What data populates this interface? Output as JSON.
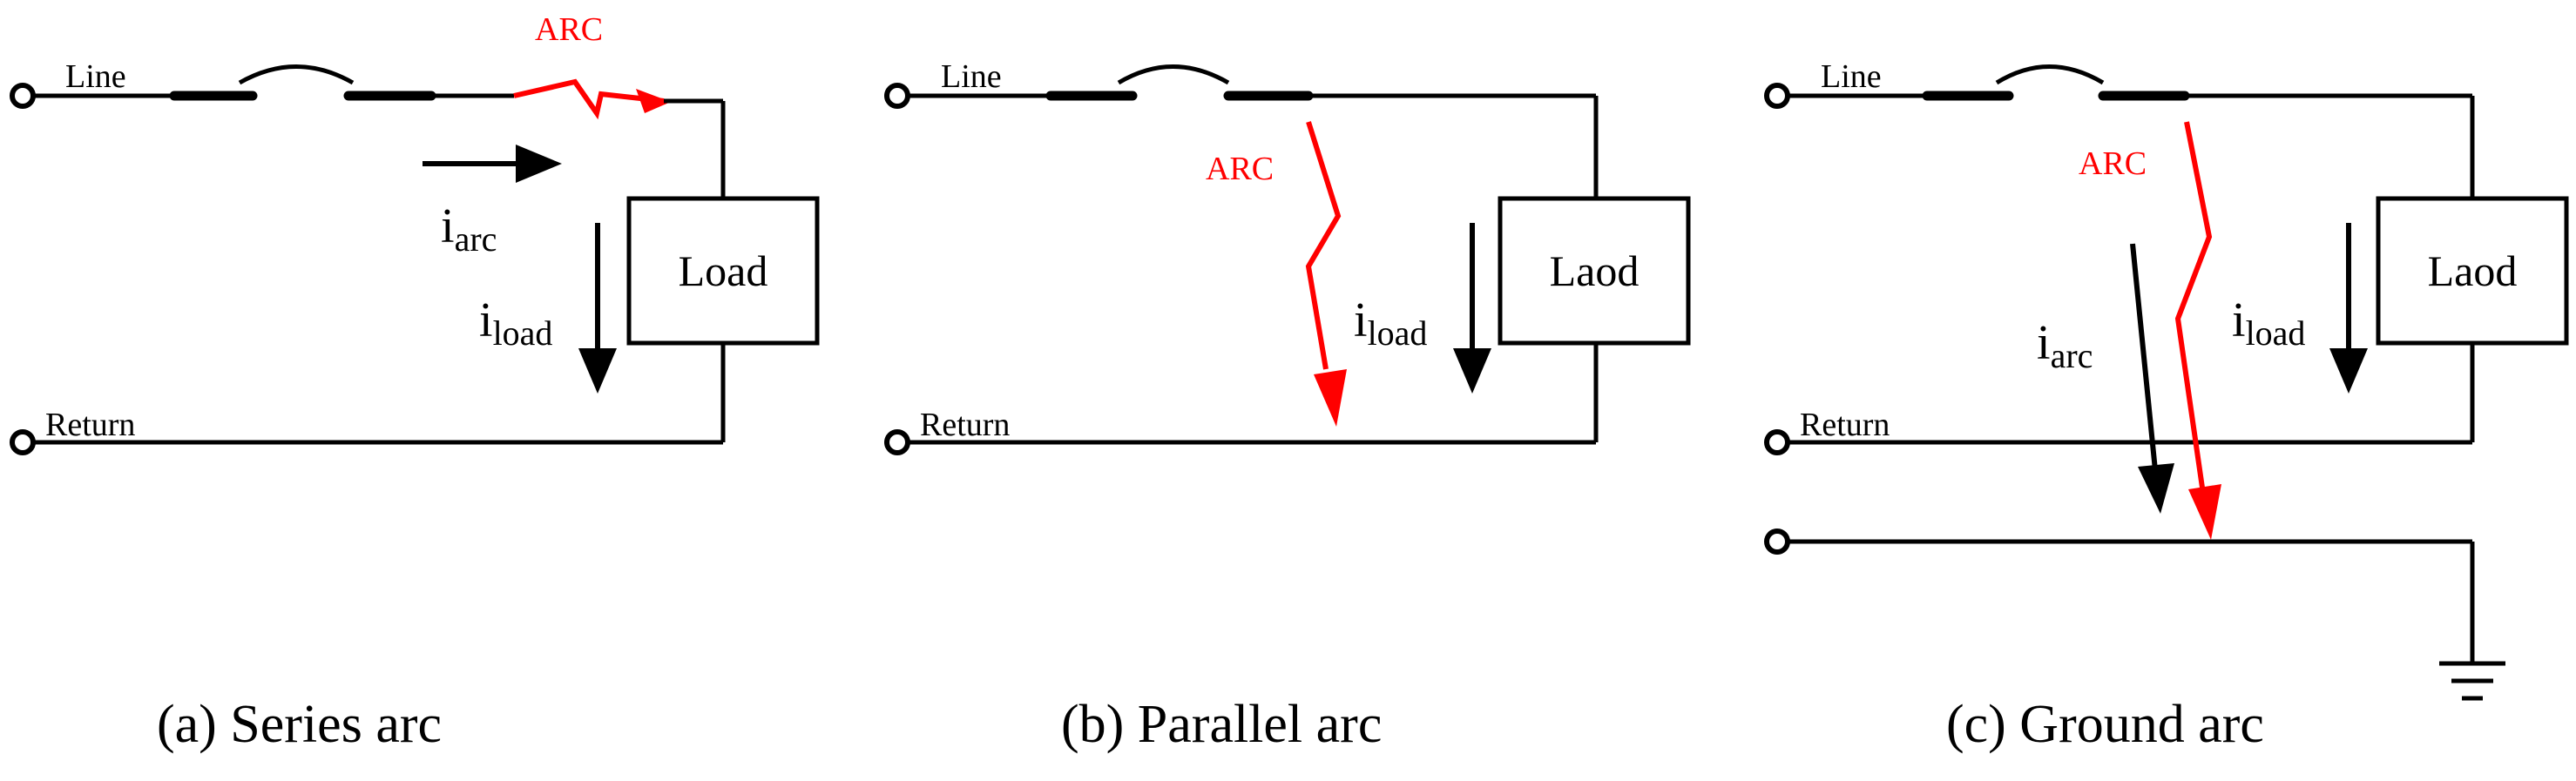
{
  "colors": {
    "wire": "#000000",
    "arc": "#ff0000",
    "background": "#ffffff"
  },
  "panels": {
    "a": {
      "line_label": "Line",
      "return_label": "Return",
      "arc_label": "ARC",
      "load_label": "Load",
      "i_arc": {
        "main": "i",
        "sub": "arc"
      },
      "i_load": {
        "main": "i",
        "sub": "load"
      },
      "caption": "(a) Series arc"
    },
    "b": {
      "line_label": "Line",
      "return_label": "Return",
      "arc_label": "ARC",
      "load_label": "Laod",
      "i_load": {
        "main": "i",
        "sub": "load"
      },
      "caption": "(b) Parallel arc"
    },
    "c": {
      "line_label": "Line",
      "return_label": "Return",
      "arc_label": "ARC",
      "load_label": "Laod",
      "i_arc": {
        "main": "i",
        "sub": "arc"
      },
      "i_load": {
        "main": "i",
        "sub": "load"
      },
      "caption": "(c) Ground arc"
    }
  }
}
